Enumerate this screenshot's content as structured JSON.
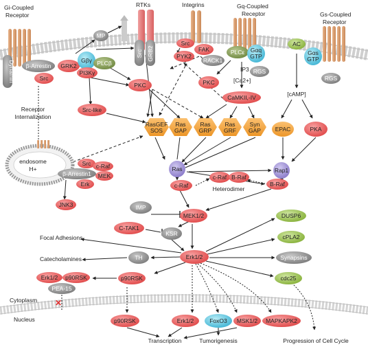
{
  "membrane": {
    "gi_receptor": "Gi-Coupled Receptor",
    "gq_receptor": "Gq-Coupled Receptor",
    "gs_receptor": "Gs-Coupled Receptor",
    "rtks": "RTKs",
    "integrins": "Integrins"
  },
  "proteins": {
    "mp": "MP",
    "gby": "Gβγ",
    "plcb": "PLCβ",
    "pi3k": "PI3Kγ",
    "grk2": "GRK2",
    "b_arrestin": "β-Arrestin",
    "dynamin": "Dynamin",
    "src_left": "Src",
    "src_rtk": "Src",
    "grb2": "GRB2",
    "src_int": "Src",
    "fak": "FAK",
    "pyk2": "PYK2",
    "rack1": "RACK1",
    "plce": "PLCε",
    "gaq": "Gαq",
    "gtp_q": "GTP",
    "rgs_q": "RGS",
    "ip3": "IP3",
    "ca": "[Ca2+]",
    "pkc_mid": "PKC",
    "pkc_left": "PKC",
    "camk": "CaMKII,-IV",
    "ac": "AC",
    "gas": "Gαs",
    "gtp_s": "GTP",
    "rgs_s": "RGS",
    "camp": "[cAMP]",
    "epac": "EPAC",
    "pka": "PKA",
    "src_like": "Src-like",
    "rasgef": "RasGEF",
    "sos": "SOS",
    "ras_gap": "Ras",
    "gap": "GAP",
    "ras_grp": "Ras",
    "grp": "GRP",
    "ras_grf": "Ras",
    "grf": "GRF",
    "syn": "Syn",
    "syn_gap": "GAP",
    "receptor_internalization": "Receptor Internalization",
    "endosome": "endosome",
    "h_plus": "H+",
    "src_endo": "Src",
    "b_arrestin1": "β-Arrestin1",
    "craf_endo": "c-Raf",
    "mek_endo": "MEK",
    "erk_endo": "Erk",
    "jnk3": "JNK3",
    "ras": "Ras",
    "rap1": "Rap1",
    "craf": "c-Raf",
    "craf_het": "c-Raf",
    "braf_het": "B-Raf",
    "heterodimer": "Heterodimer",
    "braf": "B-Raf",
    "imp": "IMP",
    "mek12": "MEK1/2",
    "ctak1": "C-TAK1",
    "ksr": "KSR",
    "dusp6": "DUSP6",
    "cpla2": "cPLA2",
    "erk12": "Erk1/2",
    "th": "TH",
    "synapsins": "Synapsins",
    "cdc25": "cdc25",
    "p90rsk_top": "p90RSK",
    "erk_pea": "Erk1/2",
    "p90rsk_pea": "p90RSK",
    "pea15": "PEA-15",
    "p90rsk_nuc": "p90RSK",
    "erk_nuc": "Erk1/2",
    "foxo3": "FoxO3",
    "msk12": "MSK1/2",
    "mapkapk2": "MAPKAPK2"
  },
  "outputs": {
    "focal_adhesions": "Focal Adhesions",
    "catecholamines": "Catecholamines",
    "transcription": "Transcription",
    "tumorigenesis": "Tumorigenesis",
    "cell_cycle": "Progression of Cell Cycle",
    "cytoplasm": "Cytoplasm",
    "nucleus": "Nucleus"
  },
  "colors": {
    "red_node": "#e85a5a",
    "orange_node": "#f2a23c",
    "green_node": "#9ac24a",
    "gray_node": "#8a8a8a",
    "purple_node": "#9a8fd0",
    "cyan_node": "#5fc4dc",
    "olive_node": "#8aa050",
    "receptor": "#e0a878",
    "membrane": "#c8c8c8"
  }
}
